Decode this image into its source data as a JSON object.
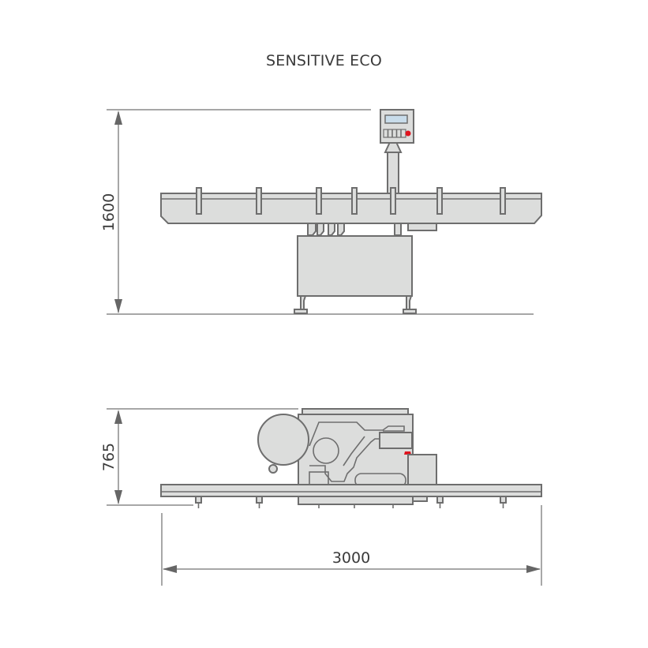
{
  "title": "SENSITIVE ECO",
  "views": {
    "side": {
      "height_label": "1600"
    },
    "top": {
      "depth_label": "765",
      "width_label": "3000"
    }
  },
  "colors": {
    "machine_fill": "#dcdddc",
    "machine_stroke": "#6e6e6e",
    "indicator_red": "#e0141e",
    "display_blue": "#c8dcea",
    "dimension_line": "#8a8a8a"
  }
}
